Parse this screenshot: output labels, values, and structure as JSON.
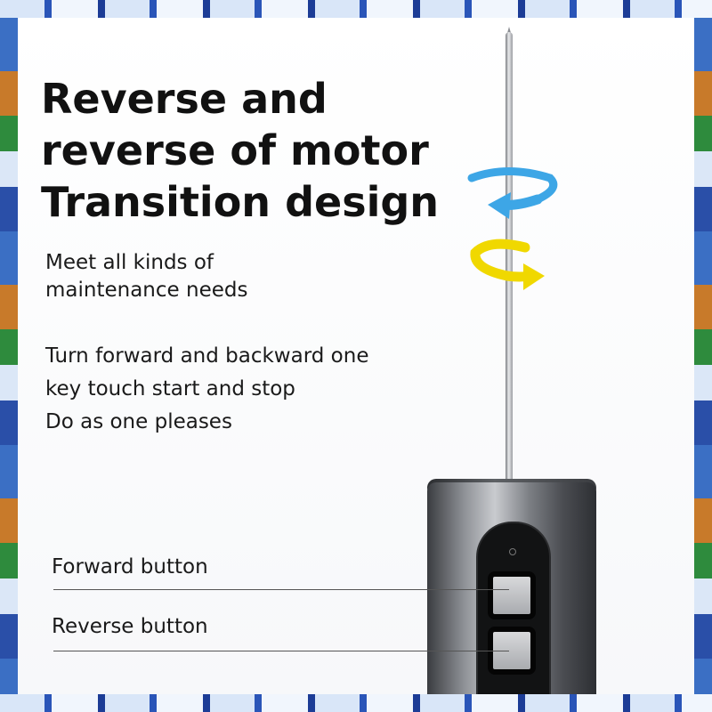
{
  "headline": [
    "Reverse and",
    "reverse of motor",
    "Transition design"
  ],
  "paragraph_1": [
    "Meet all kinds of",
    "maintenance needs"
  ],
  "paragraph_2": [
    "Turn forward and backward one",
    "key touch start and stop",
    "Do as one pleases"
  ],
  "labels": {
    "forward": "Forward button",
    "reverse": "Reverse button"
  },
  "colors": {
    "arrow_top": "#3da6e6",
    "arrow_bottom": "#f0d800",
    "text": "#111111"
  },
  "icons": {
    "top_arrow": "counter-clockwise-rotation-arrow-icon",
    "bottom_arrow": "clockwise-rotation-arrow-icon"
  }
}
